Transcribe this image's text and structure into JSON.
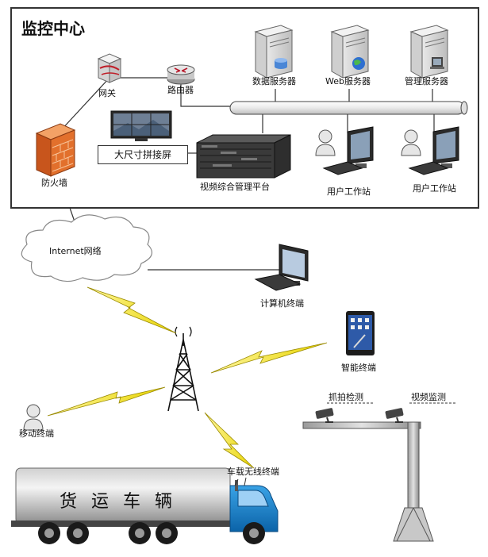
{
  "title": "监控中心",
  "nodes": {
    "data_server": "数据服务器",
    "web_server": "Web服务器",
    "mgmt_server": "管理服务器",
    "gateway": "网关",
    "router": "路由器",
    "firewall": "防火墙",
    "big_screen": "大尺寸拼接屏",
    "video_platform": "视频综合管理平台",
    "user_ws_1": "用户工作站",
    "user_ws_2": "用户工作站",
    "internet": "Internet网络",
    "pc_terminal": "计算机终端",
    "smart_terminal": "智能终端",
    "mobile_terminal": "移动终端",
    "vehicle_terminal": "车载无线终端",
    "capture_detect": "抓拍检测",
    "video_monitor": "视频监测",
    "truck": "货运车辆"
  }
}
